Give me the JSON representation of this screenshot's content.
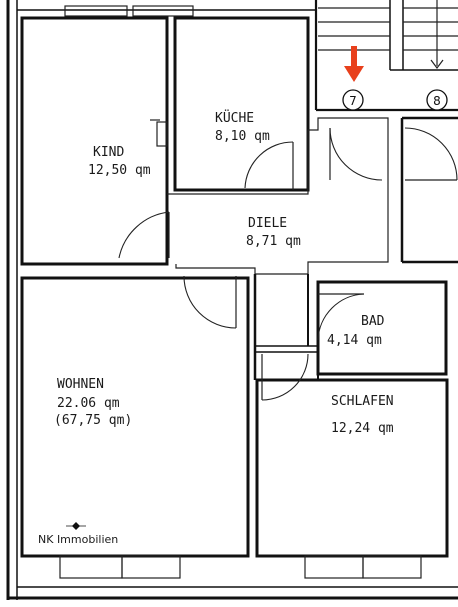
{
  "rooms": {
    "kind": {
      "name": "KIND",
      "area": "12,50 qm"
    },
    "kueche": {
      "name": "KÜCHE",
      "area": "8,10 qm"
    },
    "diele": {
      "name": "DIELE",
      "area": "8,71 qm"
    },
    "bad": {
      "name": "BAD",
      "area": "4,14 qm"
    },
    "wohnen": {
      "name": "WOHNEN",
      "area": "22.06 qm",
      "area_total": "(67,75 qm)"
    },
    "schlafen": {
      "name": "SCHLAFEN",
      "area": "12,24 qm"
    }
  },
  "apartment_markers": {
    "left": "7",
    "right": "8"
  },
  "watermark": "NK Immobilien",
  "colors": {
    "arrow": "#e8401c",
    "lines": "#111111"
  }
}
